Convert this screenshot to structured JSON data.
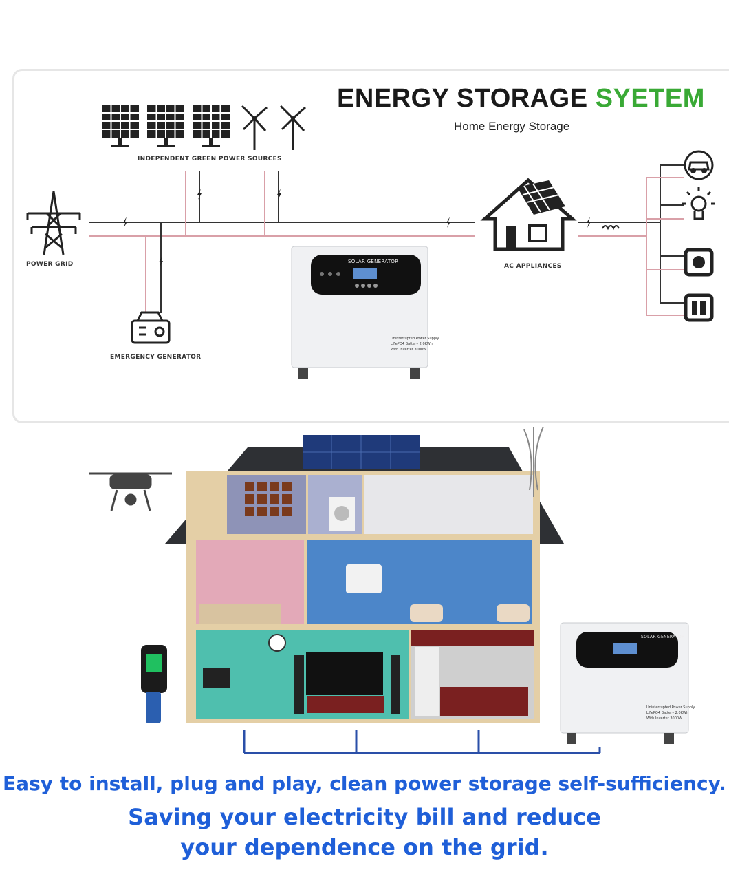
{
  "header": {
    "title_main": "ENERGY STORAGE",
    "title_accent": "SYETEM",
    "subtitle": "Home Energy Storage",
    "accent_color": "#39a935"
  },
  "diagram": {
    "labels": {
      "green_sources": "INDEPENDENT GREEN POWER SOURCES",
      "power_grid": "POWER GRID",
      "emergency_generator": "EMERGENCY GENERATOR",
      "ac_appliances": "AC APPLIANCES"
    },
    "icons": [
      "solar-panel-icon",
      "wind-turbine-icon",
      "power-pylon-icon",
      "generator-icon",
      "house-icon",
      "car-icon",
      "bulb-icon",
      "socket-icon",
      "switch-icon",
      "lightning-icon"
    ]
  },
  "device": {
    "brand": "SOLAR GENERATOR",
    "spec_lines": [
      "Uninterrupted Power Supply",
      "LiFePO4 Battery 2.0KWh",
      "With Inverter 3000W"
    ]
  },
  "tagline": {
    "line1": "Easy to install, plug and play, clean power storage self-sufficiency.",
    "line2": "Saving your electricity bill and reduce",
    "line3": "your dependence on the grid.",
    "color": "#1f5fd8"
  }
}
